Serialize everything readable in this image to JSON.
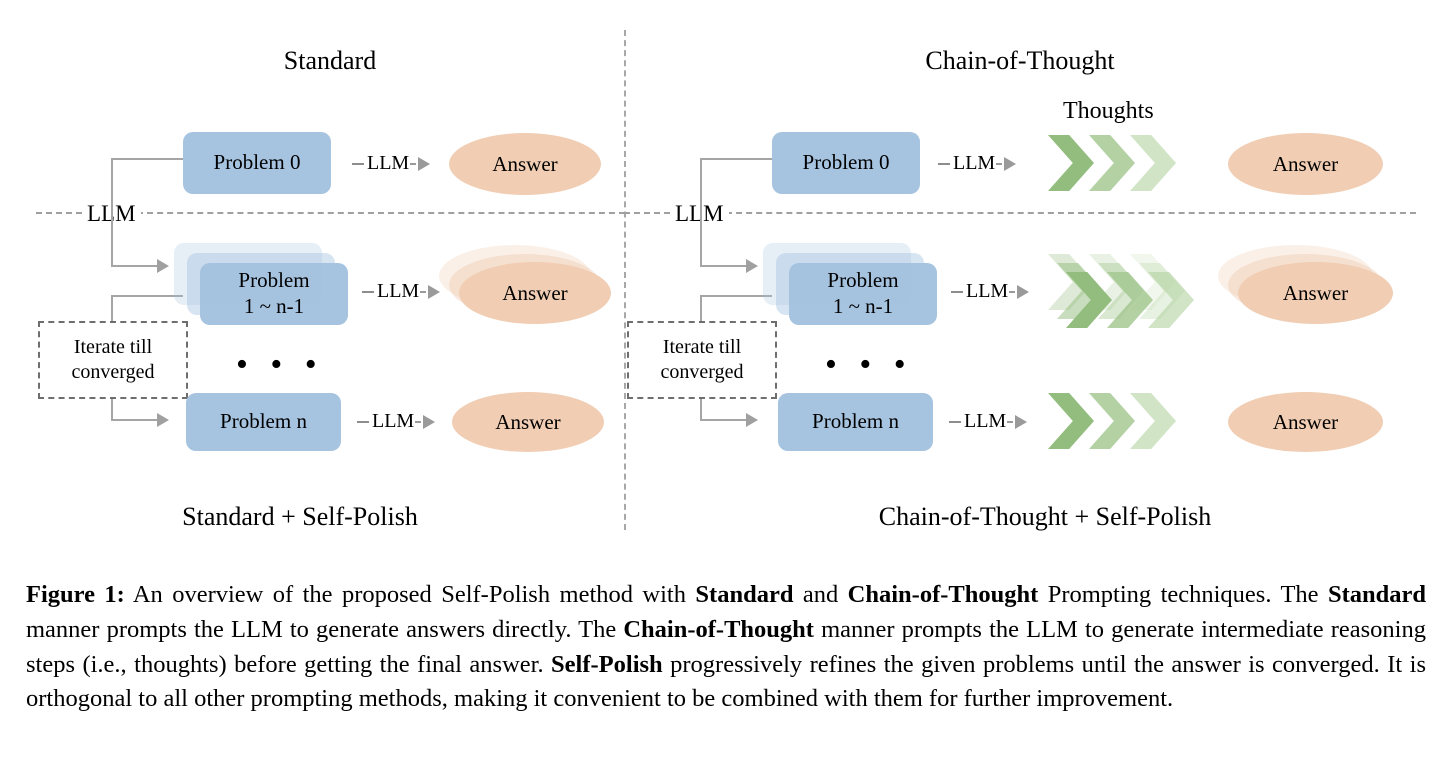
{
  "figure": {
    "panels": [
      {
        "id": "standard",
        "title": "Standard",
        "footer": "Standard + Self-Polish",
        "divider_label": "LLM",
        "iterate_label_line1": "Iterate till",
        "iterate_label_line2": "converged",
        "ellipsis": "• • •",
        "rows": [
          {
            "problem_line1": "Problem 0",
            "problem_line2": "",
            "arrow_label": "LLM",
            "answer": "Answer",
            "stacked": false,
            "has_thoughts": false
          },
          {
            "problem_line1": "Problem",
            "problem_line2": "1  ~  n-1",
            "arrow_label": "LLM",
            "answer": "Answer",
            "stacked": true,
            "has_thoughts": false
          },
          {
            "problem_line1": "Problem n",
            "problem_line2": "",
            "arrow_label": "LLM",
            "answer": "Answer",
            "stacked": false,
            "has_thoughts": false
          }
        ]
      },
      {
        "id": "chain-of-thought",
        "title": "Chain-of-Thought",
        "footer": "Chain-of-Thought + Self-Polish",
        "divider_label": "LLM",
        "thoughts_label": "Thoughts",
        "iterate_label_line1": "Iterate till",
        "iterate_label_line2": "converged",
        "ellipsis": "• • •",
        "rows": [
          {
            "problem_line1": "Problem 0",
            "problem_line2": "",
            "arrow_label": "LLM",
            "answer": "Answer",
            "stacked": false,
            "has_thoughts": true
          },
          {
            "problem_line1": "Problem",
            "problem_line2": "1  ~  n-1",
            "arrow_label": "LLM",
            "answer": "Answer",
            "stacked": true,
            "has_thoughts": true
          },
          {
            "problem_line1": "Problem n",
            "problem_line2": "",
            "arrow_label": "LLM",
            "answer": "Answer",
            "stacked": false,
            "has_thoughts": true
          }
        ]
      }
    ],
    "colors": {
      "problem_box": "#a6c3e0",
      "answer_ellipse": "#f0cdb3",
      "thought_chevron": "#93bd7e",
      "connector": "#a5a5a5",
      "divider": "#a0a0a0"
    }
  },
  "caption": {
    "prefix": "Figure 1:",
    "segments": [
      {
        "text": " An overview of the proposed Self-Polish method with ",
        "bold": false
      },
      {
        "text": "Standard",
        "bold": true
      },
      {
        "text": " and ",
        "bold": false
      },
      {
        "text": "Chain-of-Thought",
        "bold": true
      },
      {
        "text": " Prompting techniques. The ",
        "bold": false
      },
      {
        "text": "Standard",
        "bold": true
      },
      {
        "text": " manner prompts the LLM to generate answers directly. The ",
        "bold": false
      },
      {
        "text": "Chain-of-Thought",
        "bold": true
      },
      {
        "text": " manner prompts the LLM to generate intermediate reasoning steps (i.e., thoughts) before getting the final answer. ",
        "bold": false
      },
      {
        "text": "Self-Polish",
        "bold": true
      },
      {
        "text": " progressively refines the given problems until the answer is converged. It is orthogonal to all other prompting methods, making it convenient to be combined with them for further improvement.",
        "bold": false
      }
    ]
  }
}
